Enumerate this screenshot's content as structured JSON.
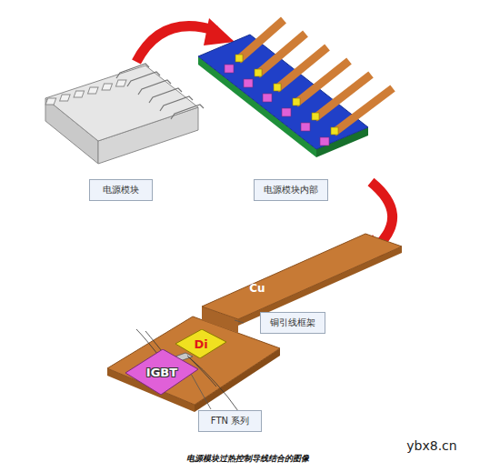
{
  "diagram": {
    "caption": "电源模块过热控制导线结合的图像",
    "nodes": [
      {
        "text": [
          "电源模块"
        ]
      },
      {
        "text": [
          "电源模块内部"
        ]
      },
      {
        "text": [
          "铜引线框架"
        ]
      },
      {
        "text": [
          "Di"
        ]
      },
      {
        "text": [
          "IGBT"
        ]
      },
      {
        "text": [
          "FTN 系列"
        ]
      }
    ],
    "labels": [
      "Cu",
      "ybx8.cn"
    ]
  }
}
